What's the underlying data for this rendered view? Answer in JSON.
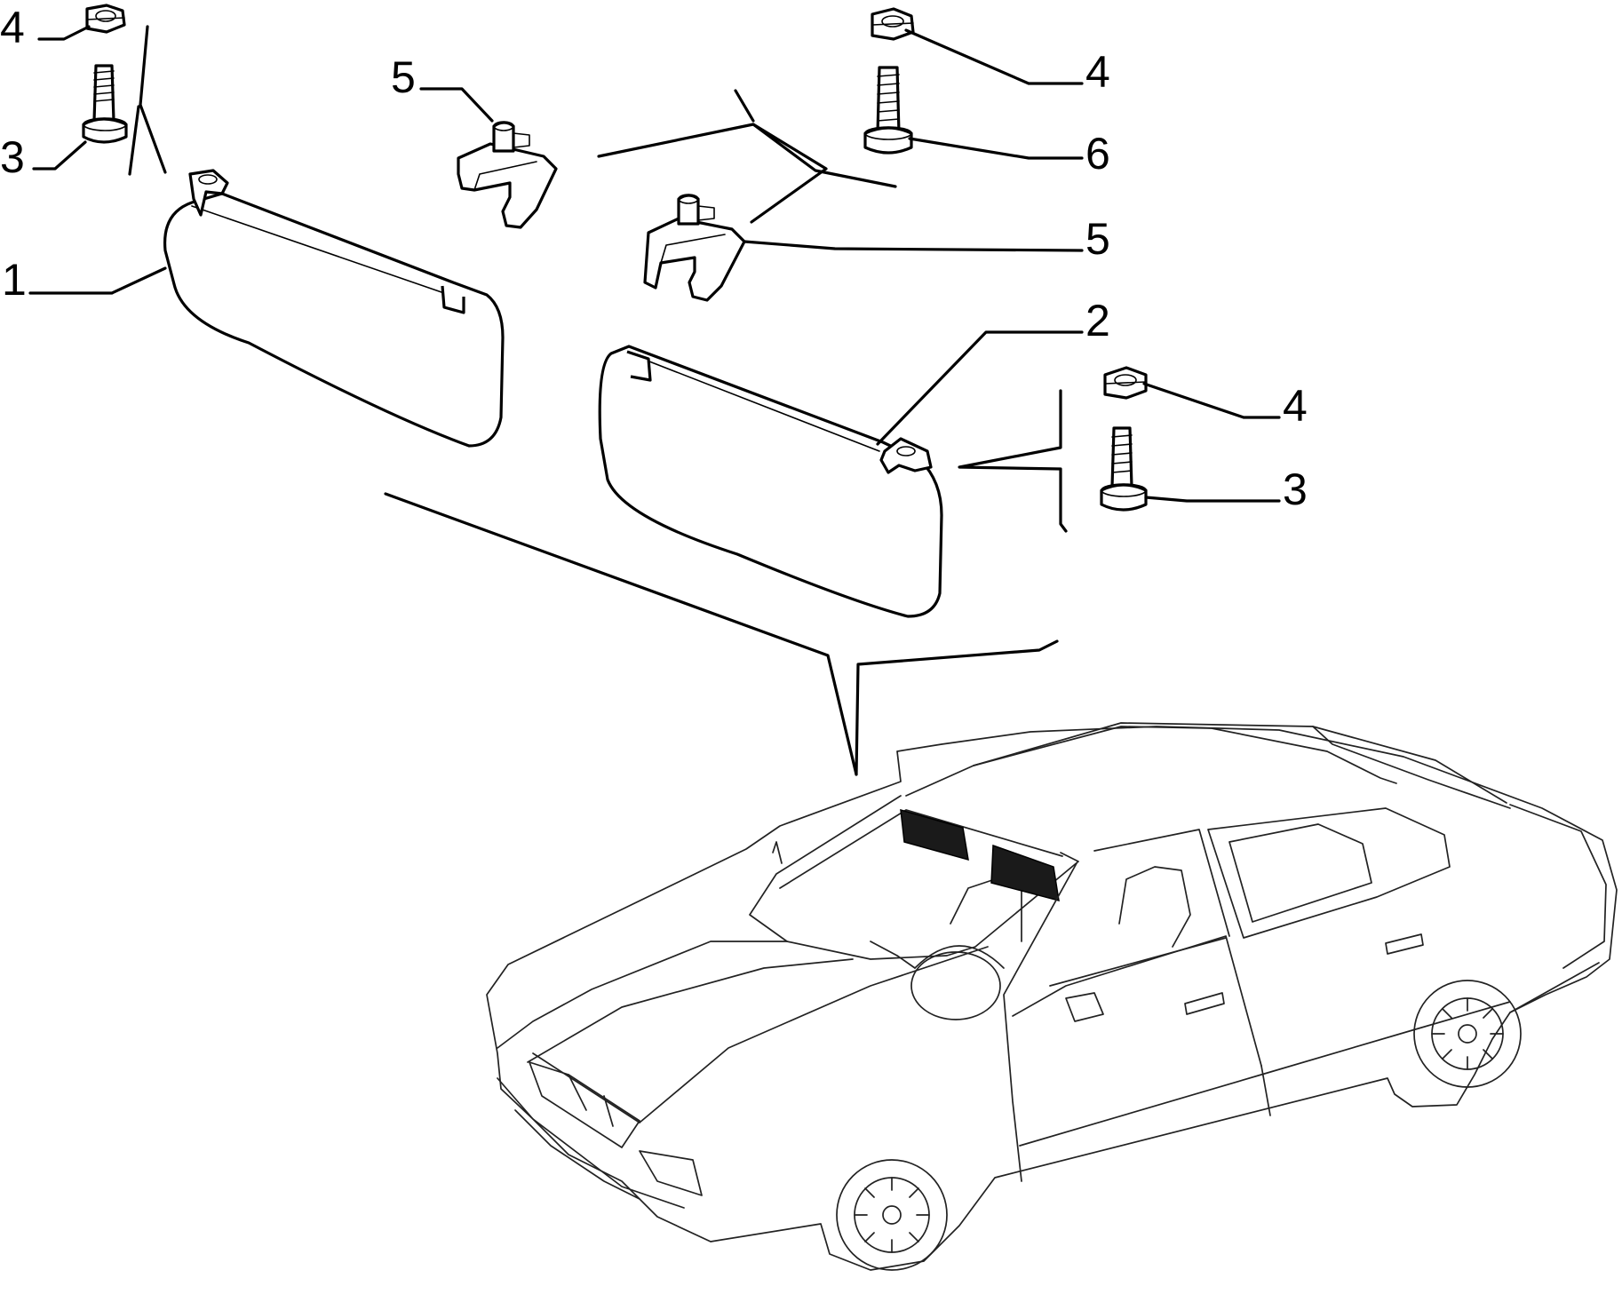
{
  "callouts": {
    "left_nut": "4",
    "left_screw": "3",
    "left_visor": "1",
    "left_bracket": "5",
    "right_top_nut": "4",
    "right_top_screw": "6",
    "right_bracket": "5",
    "right_visor": "2",
    "right_nut": "4",
    "right_screw": "3"
  },
  "colors": {
    "line": "#000000",
    "background": "#ffffff",
    "highlight": "#1a1a1a"
  }
}
